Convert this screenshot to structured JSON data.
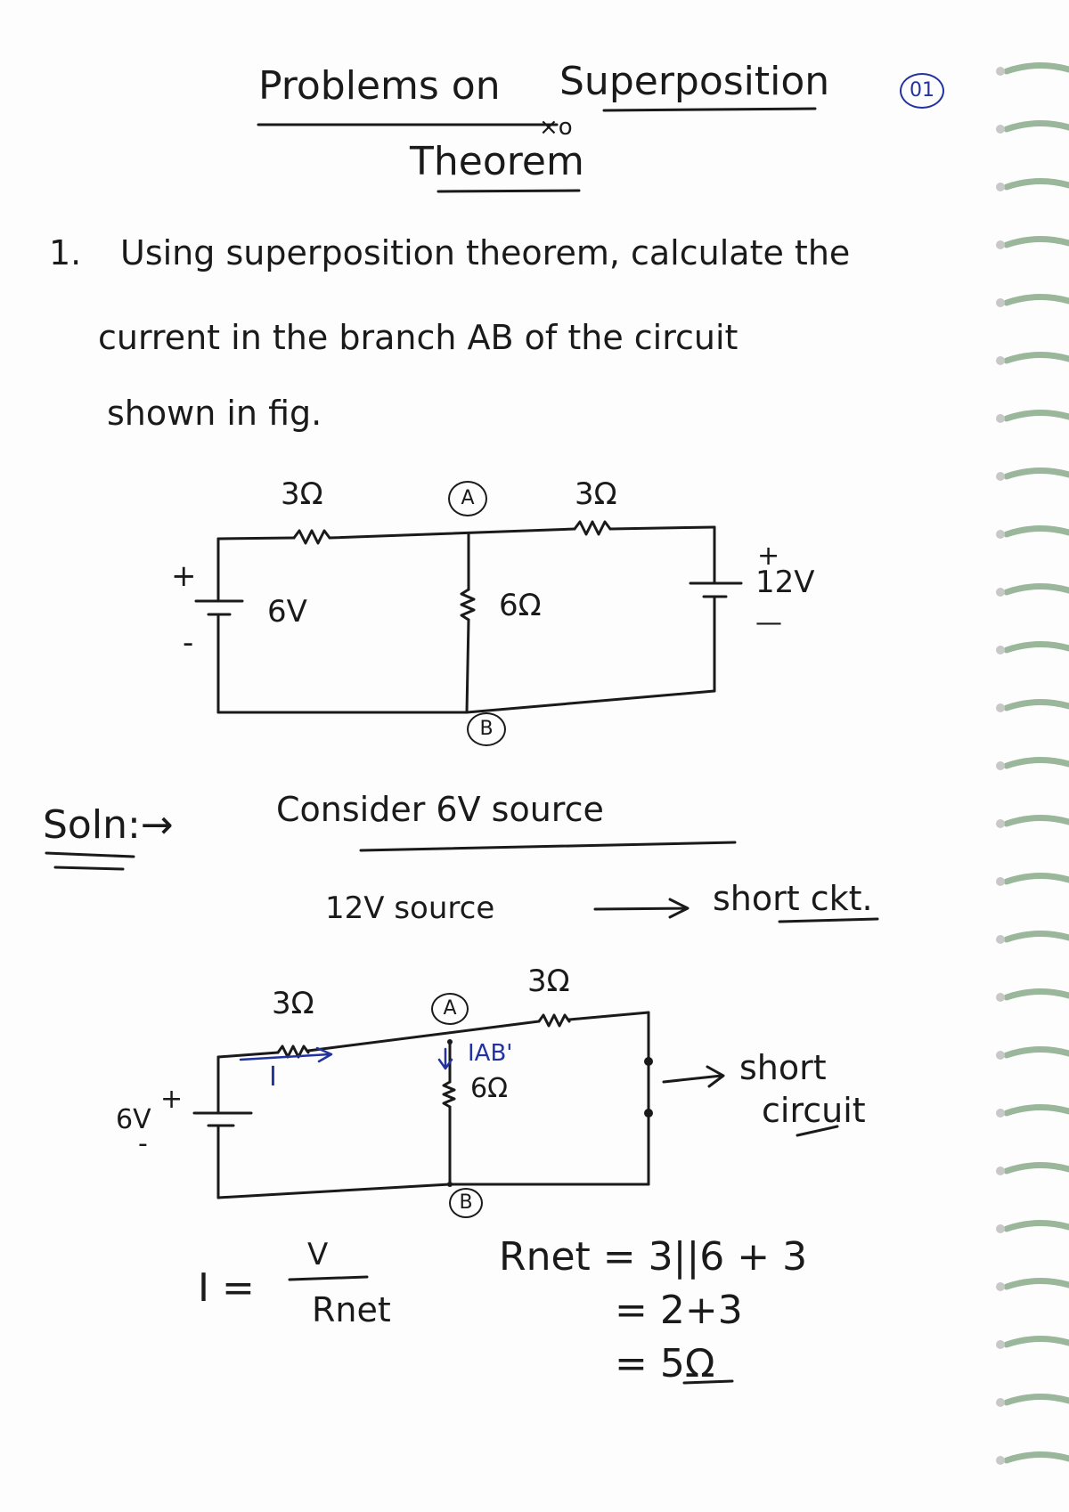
{
  "title": {
    "line1_left": "Problems on",
    "line1_right": "Superposition",
    "line2": "Theorem",
    "mark": "×o"
  },
  "page_number": "01",
  "question": {
    "number": "1.",
    "lines": [
      "Using superposition theorem, calculate the",
      "current in the branch AB of the circuit",
      "shown in fig."
    ]
  },
  "circuit1": {
    "r_left": "3Ω",
    "r_right": "3Ω",
    "r_mid": "6Ω",
    "node_a": "A",
    "node_b": "B",
    "src_left": "6V",
    "src_left_plus": "+",
    "src_left_minus": "-",
    "src_right": "12V",
    "src_right_plus": "+",
    "src_right_minus": "—"
  },
  "solution": {
    "label": "Soln:→",
    "consider": "Consider 6V source",
    "source12": "12V source",
    "short_ckt": "short ckt."
  },
  "circuit2": {
    "r_left": "3Ω",
    "r_right": "3Ω",
    "r_mid": "6Ω",
    "node_a": "A",
    "node_b": "B",
    "src": "6V",
    "src_plus": "+",
    "src_minus": "-",
    "current_i": "I",
    "current_iab": "IAB'",
    "short_line1": "short",
    "short_line2": "circuit"
  },
  "formula": {
    "lhs": "I =",
    "numerator": "V",
    "denominator": "Rnet"
  },
  "rnet": {
    "line1": "Rnet = 3||6 + 3",
    "line2": "= 2+3",
    "line3": "= 5Ω"
  },
  "colors": {
    "ink": "#1a1a1a",
    "blue_ink": "#2233a0",
    "paper": "#fdfdfd"
  }
}
